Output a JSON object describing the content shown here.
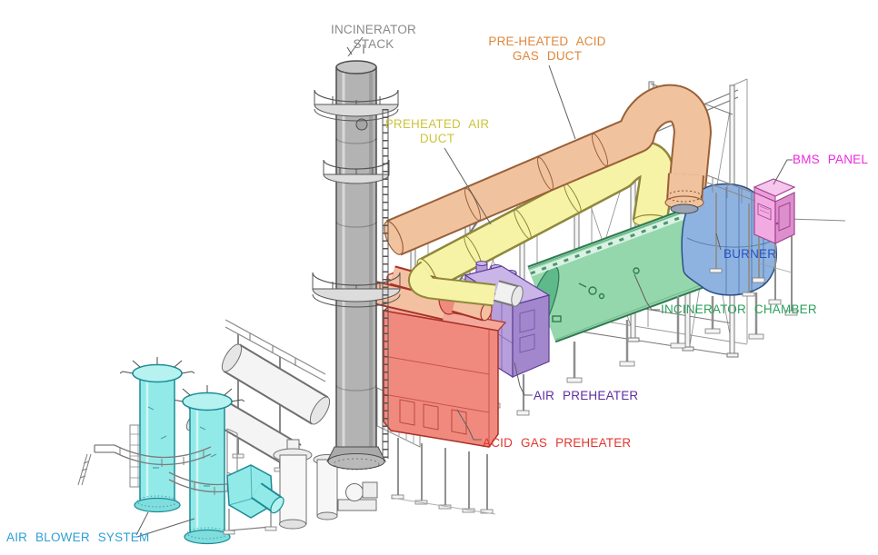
{
  "diagram": {
    "type": "isometric-equipment-diagram",
    "labels": [
      {
        "id": "incinerator-stack",
        "text": "INCINERATOR STACK"
      },
      {
        "id": "preheated-acid-gas-duct",
        "text": "PRE-HEATED ACID\nGAS DUCT"
      },
      {
        "id": "preheated-air-duct",
        "text": "PREHEATED AIR\nDUCT"
      },
      {
        "id": "bms-panel",
        "text": "BMS PANEL"
      },
      {
        "id": "burner",
        "text": "BURNER"
      },
      {
        "id": "incinerator-chamber",
        "text": "INCINERATOR CHAMBER"
      },
      {
        "id": "air-preheater",
        "text": "AIR PREHEATER"
      },
      {
        "id": "acid-gas-preheater",
        "text": "ACID GAS PREHEATER"
      },
      {
        "id": "air-blower-system",
        "text": "AIR BLOWER SYSTEM"
      }
    ],
    "palette": {
      "paper": "#ffffff",
      "ink": "#4c4c4c",
      "line_gray": "#7a7a7a",
      "stack_gray": "#b3b3b3",
      "steel_white": "#f4f4f4",
      "orange_fill": "#f0c39e",
      "orange_edge": "#9a6038",
      "yellow_fill": "#f6f2a6",
      "yellow_edge": "#8f883c",
      "green_fill": "#95d7ac",
      "green_edge": "#2f7a52",
      "green_dark": "#5fb98a",
      "blue_fill": "#8fb3e0",
      "blue_edge": "#2b4f85",
      "pink_fill": "#f2abe1",
      "pink_light": "#f7c6ec",
      "pink_dark": "#dd8fcd",
      "pink_edge": "#a2438f",
      "purple_fill": "#b79fdb",
      "purple_light": "#c9b5e8",
      "purple_dark": "#a287cc",
      "purple_edge": "#5f3d96",
      "red_fill": "#f18a7e",
      "red_edge": "#a83228",
      "salmon_fill": "#f4c0a2",
      "cyan_fill": "#92eae8",
      "cyan_light": "#b5f2f0",
      "cyan_edge": "#1d8a96",
      "label_gray": "#8a8a8a",
      "label_orange": "#e0873c",
      "label_yellow": "#cdc53c",
      "label_magenta": "#ed2ae0",
      "label_blue": "#2a52c0",
      "label_green": "#2da05e",
      "label_purple": "#5e2ea0",
      "label_red": "#e2362e",
      "label_cyan": "#2f9fd6",
      "leader": "#5f5f5f"
    }
  }
}
